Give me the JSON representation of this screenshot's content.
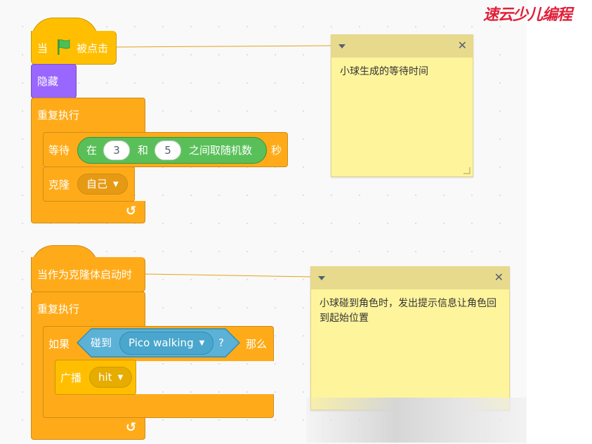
{
  "watermark": "速云少儿编程",
  "script1": {
    "hat_prefix": "当",
    "hat_suffix": "被点击",
    "hide": "隐藏",
    "forever": "重复执行",
    "wait_label": "等待",
    "random_in": "在",
    "random_from": "3",
    "random_and": "和",
    "random_to": "5",
    "random_suffix": "之间取随机数",
    "wait_unit": "秒",
    "clone_label": "克隆",
    "clone_target": "自己"
  },
  "script2": {
    "hat": "当作为克隆体启动时",
    "forever": "重复执行",
    "if_label": "如果",
    "touching_label": "碰到",
    "touching_target": "Pico walking",
    "touching_q": "?",
    "then_label": "那么",
    "broadcast_label": "广播",
    "broadcast_msg": "hit"
  },
  "comment1": {
    "text": "小球生成的等待时间"
  },
  "comment2": {
    "text": "小球碰到角色时，发出提示信息让角色回到起始位置"
  },
  "icons": {
    "flag": "green-flag-icon",
    "loop": "loop-arrow-icon",
    "dropdown": "triangle-down-icon",
    "close": "close-icon",
    "collapse": "collapse-triangle-icon"
  },
  "colors": {
    "events": "#ffbf00",
    "control": "#ffab19",
    "looks": "#9966ff",
    "operators": "#59c059",
    "sensing": "#5cb1d6",
    "comment": "#fef49c",
    "link": "#e3a21a"
  }
}
